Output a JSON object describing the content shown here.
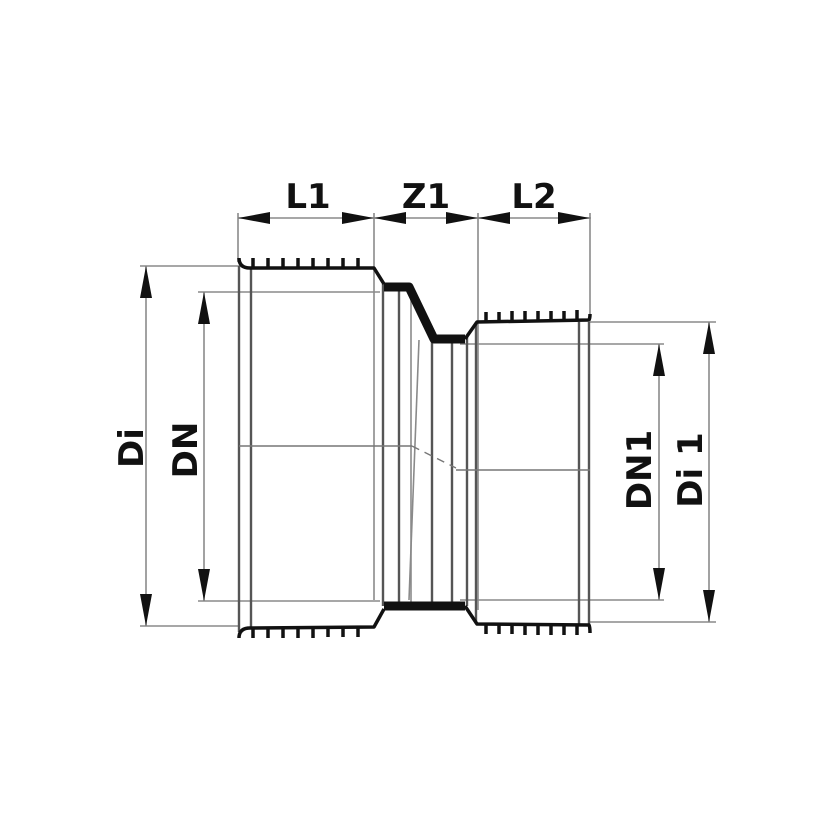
{
  "drawing": {
    "title": "Pipe reducer fitting dimension drawing",
    "colors": {
      "background": "#ffffff",
      "outline": "#111111",
      "dimension_lines": "#8a8a8a"
    },
    "labels": {
      "L1": "L1",
      "Z1": "Z1",
      "L2": "L2",
      "Di": "Di",
      "DN": "DN",
      "DN1": "DN1",
      "Di1": "Di 1"
    }
  }
}
